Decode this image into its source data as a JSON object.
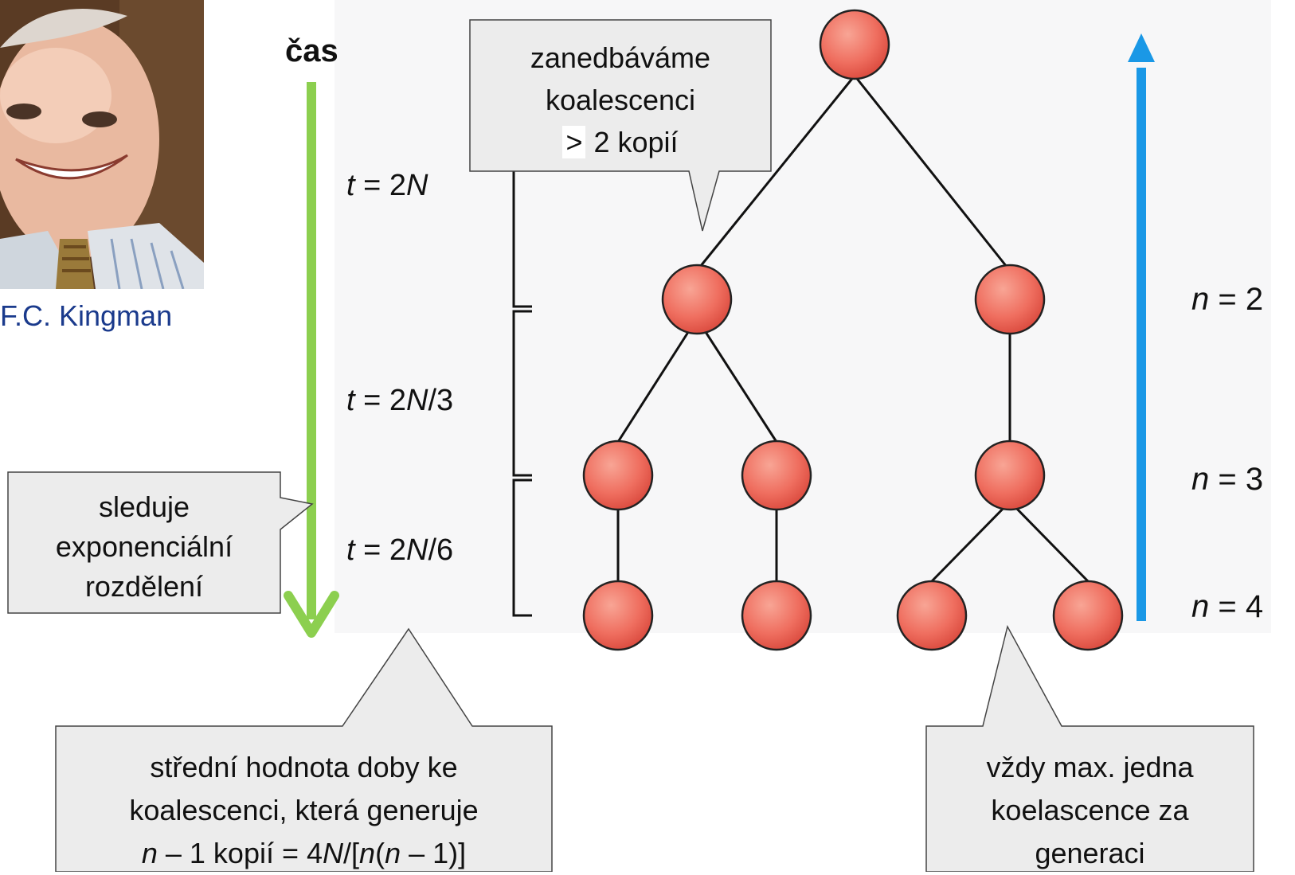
{
  "photo": {
    "caption": "F.C. Kingman"
  },
  "time_label": "čas",
  "time_marks": [
    {
      "t": "t",
      "eq": " = 2",
      "N": "N",
      "rest": ""
    },
    {
      "t": "t",
      "eq": " = 2",
      "N": "N",
      "rest": "/3"
    },
    {
      "t": "t",
      "eq": " = 2",
      "N": "N",
      "rest": "/6"
    }
  ],
  "n_labels": [
    {
      "n": "n",
      "rest": " = 2"
    },
    {
      "n": "n",
      "rest": " = 3"
    },
    {
      "n": "n",
      "rest": " = 4"
    }
  ],
  "callouts": {
    "neglect": {
      "line1": "zanedbáváme",
      "line2": "koalescenci",
      "gt": ">",
      "line3": " 2 kopií"
    },
    "exponential": {
      "line1": "sleduje",
      "line2": "exponenciální",
      "line3": "rozdělení"
    },
    "mean_time": {
      "line1": "střední hodnota doby ke",
      "line2": "koalescenci, která generuje",
      "l3_n1": "n",
      "l3_a": " – 1 kopií = 4",
      "l3_N": "N",
      "l3_b": "/[",
      "l3_n2": "n",
      "l3_c": "(",
      "l3_n3": "n",
      "l3_d": " – 1)]"
    },
    "max_one": {
      "line1": "vždy max. jedna",
      "line2": "koelascence za",
      "line3": "generaci"
    }
  },
  "colors": {
    "node_fill": "#ef6e5f",
    "time_arrow": "#8ccf4f",
    "n_arrow": "#1a98e6",
    "caption": "#1a3a8c",
    "callout_fill": "#ececec"
  }
}
